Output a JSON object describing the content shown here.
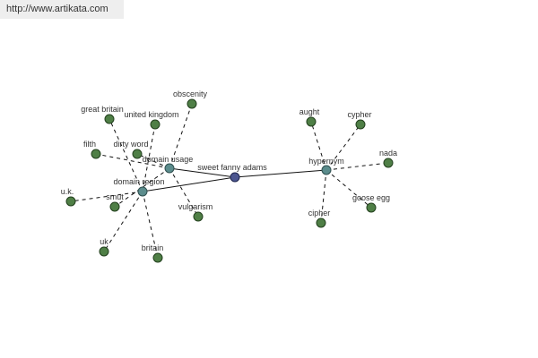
{
  "header": {
    "url": "http://www.artikata.com"
  },
  "colors": {
    "leaf": "#4f7f46",
    "leaf_stroke": "#23401e",
    "hub": "#5b8c8c",
    "hub_stroke": "#2f4f4f",
    "center": "#4b558f",
    "center_stroke": "#20264f",
    "edge": "#111111"
  },
  "graph": {
    "center": {
      "id": "center",
      "label": "sweet fanny adams",
      "kind": "center"
    },
    "hubs": [
      {
        "id": "hypernym",
        "label": "hypernym",
        "kind": "hub"
      },
      {
        "id": "usage",
        "label": "domain usage",
        "kind": "hub"
      },
      {
        "id": "region",
        "label": "domain region",
        "kind": "hub"
      }
    ],
    "leaves": [
      {
        "id": "aught",
        "label": "aught",
        "parent": "hypernym"
      },
      {
        "id": "cypher",
        "label": "cypher",
        "parent": "hypernym"
      },
      {
        "id": "nada",
        "label": "nada",
        "parent": "hypernym"
      },
      {
        "id": "goose",
        "label": "goose egg",
        "parent": "hypernym"
      },
      {
        "id": "cipher",
        "label": "cipher",
        "parent": "hypernym"
      },
      {
        "id": "obscenity",
        "label": "obscenity",
        "parent": "usage"
      },
      {
        "id": "filth",
        "label": "filth",
        "parent": "usage"
      },
      {
        "id": "dirtyword",
        "label": "dirty word",
        "parent": "usage"
      },
      {
        "id": "smut",
        "label": "smut",
        "parent": "usage"
      },
      {
        "id": "vulgarism",
        "label": "vulgarism",
        "parent": "usage"
      },
      {
        "id": "greatbritain",
        "label": "great britain",
        "parent": "region"
      },
      {
        "id": "unitedkingdom",
        "label": "united kingdom",
        "parent": "region"
      },
      {
        "id": "uk2",
        "label": "u.k.",
        "parent": "region"
      },
      {
        "id": "uk",
        "label": "uk",
        "parent": "region"
      },
      {
        "id": "britain",
        "label": "britain",
        "parent": "region"
      }
    ]
  }
}
